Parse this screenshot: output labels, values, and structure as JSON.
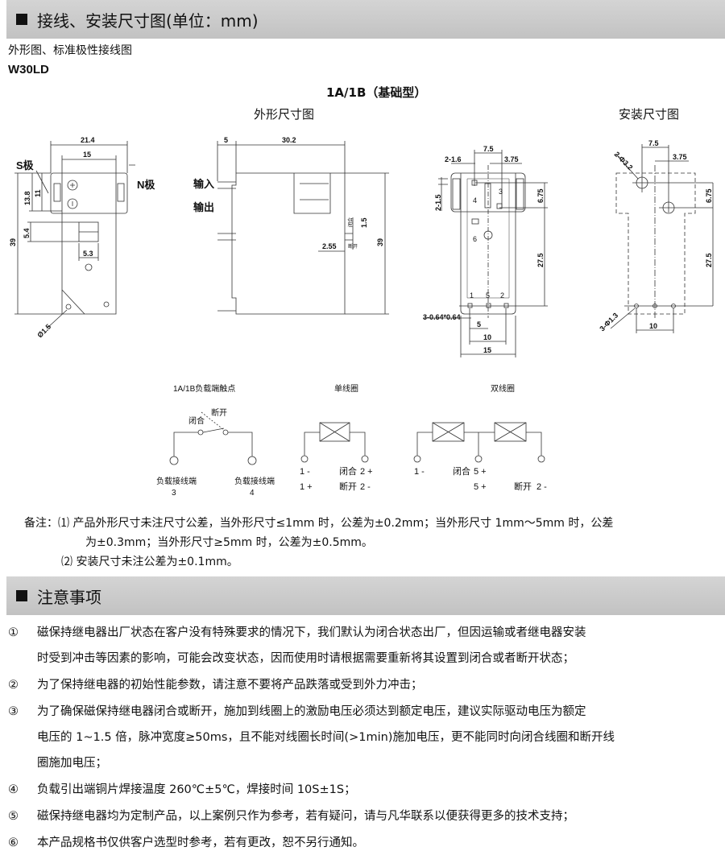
{
  "section1": {
    "title": "接线、安装尺寸图(单位：mm)"
  },
  "subtitle": "外形图、标准极性接线图",
  "model": "W30LD",
  "diagram": {
    "type_title": "1A/1B（基础型）",
    "outline_title": "外形尺寸图",
    "mount_title": "安装尺寸图",
    "front": {
      "w_outer": "21.4",
      "w_inner": "15",
      "s_pole": "S极",
      "n_pole": "N极",
      "h_total": "39",
      "h_flange1": "13.8",
      "h_flange2": "11",
      "h_window": "5.4",
      "w_window": "5.3",
      "hole": "Ø1.5"
    },
    "side": {
      "pin_len": "5",
      "depth": "30.2",
      "input": "输入",
      "output": "输出",
      "closed": "闭合",
      "open": "断开",
      "travel": "1.5",
      "offset": "2.55",
      "h_total": "39"
    },
    "bottom": {
      "d1": "7.5",
      "d2": "2-1.6",
      "d3": "3.75",
      "d4": "2-1.5",
      "d5": "6.75",
      "d6": "27.5",
      "pins": "3-0.64*0.64",
      "d7": "5",
      "d8": "10",
      "d9": "15",
      "pin_labels": [
        "4",
        "3",
        "6",
        "1",
        "5",
        "2"
      ]
    },
    "mount": {
      "d1": "7.5",
      "d2": "3.75",
      "holes": "2-Φ3.2",
      "d3": "6.75",
      "d4": "27.5",
      "pin_holes": "3-Φ1.3",
      "d5": "10"
    }
  },
  "wiring": {
    "contact": {
      "title": "1A/1B负载端触点",
      "closed": "闭合",
      "open": "断开",
      "terminal_left": "负载接线端",
      "terminal_left_no": "3",
      "terminal_right": "负载接线端",
      "terminal_right_no": "4"
    },
    "single": {
      "title": "单线圈",
      "row1": [
        "1 -",
        "闭合",
        "2 +"
      ],
      "row2": [
        "1 +",
        "断开",
        "2 -"
      ]
    },
    "double": {
      "title": "双线圈",
      "row1": [
        "1 -",
        "闭合",
        "5 +"
      ],
      "row2": [
        "5 +",
        "断开",
        "2 -"
      ]
    }
  },
  "notes": {
    "label": "备注：",
    "n1_num": "⑴",
    "n1_line1": "产品外形尺寸未注尺寸公差，当外形尺寸≤1mm 时，公差为±0.2mm；当外形尺寸 1mm～5mm 时，公差",
    "n1_line2": "为±0.3mm；当外形尺寸≥5mm 时，公差为±0.5mm。",
    "n2_num": "⑵",
    "n2_line1": "安装尺寸未注公差为±0.1mm。"
  },
  "section2": {
    "title": "注意事项"
  },
  "cautions": [
    {
      "num": "①",
      "lines": [
        "磁保持继电器出厂状态在客户没有特殊要求的情况下，我们默认为闭合状态出厂，但因运输或者继电器安装",
        "时受到冲击等因素的影响，可能会改变状态，因而使用时请根据需要重新将其设置到闭合或者断开状态；"
      ]
    },
    {
      "num": "②",
      "lines": [
        "为了保持继电器的初始性能参数，请注意不要将产品跌落或受到外力冲击；"
      ]
    },
    {
      "num": "③",
      "lines": [
        "为了确保磁保持继电器闭合或断开，施加到线圈上的激励电压必须达到额定电压，建议实际驱动电压为额定",
        "电压的 1~1.5 倍，脉冲宽度≥50ms，且不能对线圈长时间(>1min)施加电压，更不能同时向闭合线圈和断开线",
        "圈施加电压；"
      ]
    },
    {
      "num": "④",
      "lines": [
        "负载引出端铜片焊接温度 260℃±5℃，焊接时间 10S±1S；"
      ]
    },
    {
      "num": "⑤",
      "lines": [
        "磁保持继电器均为定制产品，以上案例只作为参考，若有疑问，请与凡华联系以便获得更多的技术支持；"
      ]
    },
    {
      "num": "⑥",
      "lines": [
        "本产品规格书仅供客户选型时参考，若有更改，恕不另行通知。"
      ]
    }
  ]
}
